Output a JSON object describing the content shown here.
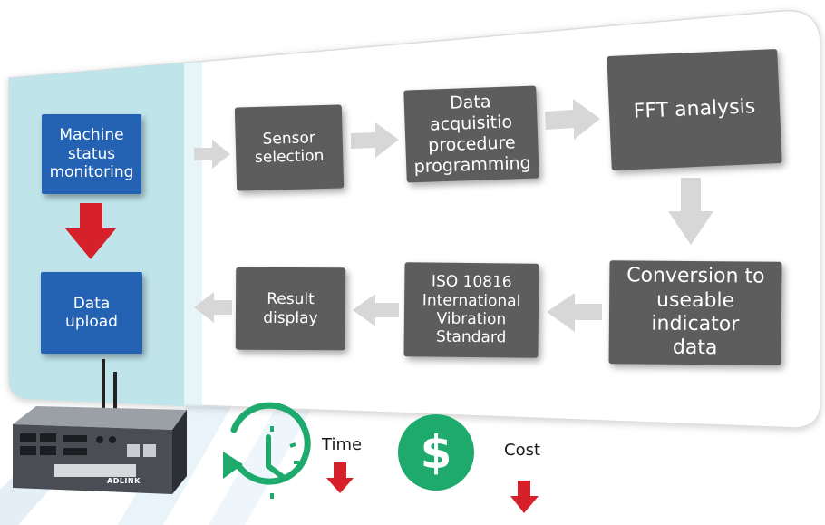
{
  "colors": {
    "blue_box": "#2462b4",
    "gray_box": "#5d5d5d",
    "red_arrow": "#d6202a",
    "green_icon": "#1faa6d",
    "teal_panel": "#bfe4ea",
    "flow_arrow": "#d7d7d7"
  },
  "nodes": {
    "machine_status": "Machine\nstatus\nmonitoring",
    "data_upload": "Data\nupload",
    "sensor_selection": "Sensor\nselection",
    "data_acquisition": "Data acquisitio\nprocedure\nprogramming",
    "fft_analysis": "FFT analysis",
    "conversion": "Conversion to\nuseable indicator\ndata",
    "iso_standard": "ISO 10816\nInternational\nVibration\nStandard",
    "result_display": "Result\ndisplay"
  },
  "device": {
    "brand": "ADLINK"
  },
  "benefits": {
    "time_label": "Time",
    "cost_label": "Cost",
    "time_icon": "clock-icon",
    "cost_icon": "dollar-coin-icon",
    "dollar_symbol": "$"
  }
}
